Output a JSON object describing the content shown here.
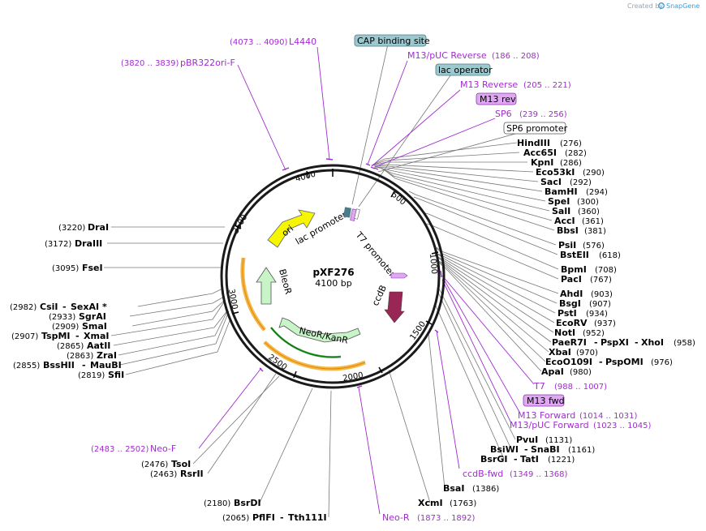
{
  "credit": {
    "prefix": "Created by",
    "brand": "SnapGene"
  },
  "plasmid": {
    "name": "pXF276",
    "length_label": "4100 bp",
    "length": 4100
  },
  "ticks": [
    "500",
    "1000",
    "1500",
    "2000",
    "2500",
    "3000",
    "3500",
    "4000"
  ],
  "features": [
    {
      "name": "ori",
      "color": "#f6f600"
    },
    {
      "name": "lac promoter",
      "color": "#ffffff"
    },
    {
      "name": "T7 promoter",
      "color": "#ffffff"
    },
    {
      "name": "BleoR",
      "color": "#c8f5c8"
    },
    {
      "name": "ccdB",
      "color": "#9a2656"
    },
    {
      "name": "NeoR/KanR",
      "color": "#c8f5c8"
    }
  ],
  "boxed_labels": [
    {
      "text": "CAP binding site",
      "bg": "#9cc8d0",
      "border": "#4a7b86"
    },
    {
      "text": "lac operator",
      "bg": "#9cc8d0",
      "border": "#4a7b86"
    },
    {
      "text": "M13 rev",
      "bg": "#e0a8f4",
      "border": "#8a3aa8"
    },
    {
      "text": "SP6 promoter",
      "bg": "#ffffff",
      "border": "#555555"
    },
    {
      "text": "M13 fwd",
      "bg": "#e0a8f4",
      "border": "#8a3aa8"
    }
  ],
  "primers": [
    {
      "name": "L4440",
      "range": "(4073 .. 4090)"
    },
    {
      "name": "pBR322ori-F",
      "range": "(3820 .. 3839)"
    },
    {
      "name": "M13/pUC Reverse",
      "range": "(186 .. 208)"
    },
    {
      "name": "M13 Reverse",
      "range": "(205 .. 221)"
    },
    {
      "name": "SP6",
      "range": "(239 .. 256)"
    },
    {
      "name": "T7",
      "range": "(988 .. 1007)"
    },
    {
      "name": "M13 Forward",
      "range": "(1014 .. 1031)"
    },
    {
      "name": "M13/pUC Forward",
      "range": "(1023 .. 1045)"
    },
    {
      "name": "ccdB-fwd",
      "range": "(1349 .. 1368)"
    },
    {
      "name": "Neo-R",
      "range": "(1873 .. 1892)"
    },
    {
      "name": "Neo-F",
      "range": "(2483 .. 2502)"
    }
  ],
  "right_sites": [
    {
      "name": "HindIII",
      "pos": "(276)"
    },
    {
      "name": "Acc65I",
      "pos": "(282)"
    },
    {
      "name": "KpnI",
      "pos": "(286)"
    },
    {
      "name": "Eco53kI",
      "pos": "(290)"
    },
    {
      "name": "SacI",
      "pos": "(292)"
    },
    {
      "name": "BamHI",
      "pos": "(294)"
    },
    {
      "name": "SpeI",
      "pos": "(300)"
    },
    {
      "name": "SalI",
      "pos": "(360)"
    },
    {
      "name": "AccI",
      "pos": "(361)"
    },
    {
      "name": "BbsI",
      "pos": "(381)"
    },
    {
      "name": "PsiI",
      "pos": "(576)"
    },
    {
      "name": "BstEII",
      "pos": "(618)"
    },
    {
      "name": "BpmI",
      "pos": "(708)"
    },
    {
      "name": "PacI",
      "pos": "(767)"
    },
    {
      "name": "AhdI",
      "pos": "(903)"
    },
    {
      "name": "BsgI",
      "pos": "(907)"
    },
    {
      "name": "PstI",
      "pos": "(934)"
    },
    {
      "name": "EcoRV",
      "pos": "(937)"
    },
    {
      "name": "NotI",
      "pos": "(952)"
    },
    {
      "name": "PaeR7I",
      "name2": "PspXI",
      "name3": "XhoI",
      "pos": "(958)"
    },
    {
      "name": "XbaI",
      "pos": "(970)"
    },
    {
      "name": "EcoO109I",
      "name2": "PspOMI",
      "pos": "(976)"
    },
    {
      "name": "ApaI",
      "pos": "(980)"
    },
    {
      "name": "PvuI",
      "pos": "(1131)"
    },
    {
      "name": "BsiWI",
      "name2": "SnaBI",
      "pos": "(1161)"
    },
    {
      "name": "BsrGI",
      "name2": "TatI",
      "pos": "(1221)"
    },
    {
      "name": "BsaI",
      "pos": "(1386)"
    },
    {
      "name": "XcmI",
      "pos": "(1763)"
    }
  ],
  "left_sites": [
    {
      "pos": "(3220)",
      "name": "DraI"
    },
    {
      "pos": "(3172)",
      "name": "DraIII"
    },
    {
      "pos": "(3095)",
      "name": "FseI"
    },
    {
      "pos": "(2982)",
      "name": "CsiI",
      "name2": "SexAI",
      "star": "*"
    },
    {
      "pos": "(2933)",
      "name": "SgrAI"
    },
    {
      "pos": "(2909)",
      "name": "SmaI"
    },
    {
      "pos": "(2907)",
      "name": "TspMI",
      "name2": "XmaI"
    },
    {
      "pos": "(2865)",
      "name": "AatII"
    },
    {
      "pos": "(2863)",
      "name": "ZraI"
    },
    {
      "pos": "(2855)",
      "name": "BssHII",
      "name2": "MauBI"
    },
    {
      "pos": "(2819)",
      "name": "SfiI"
    },
    {
      "pos": "(2476)",
      "name": "TsoI"
    },
    {
      "pos": "(2463)",
      "name": "RsrII"
    },
    {
      "pos": "(2180)",
      "name": "BsrDI"
    },
    {
      "pos": "(2065)",
      "name": "PflFI",
      "name2": "Tth111I"
    }
  ]
}
